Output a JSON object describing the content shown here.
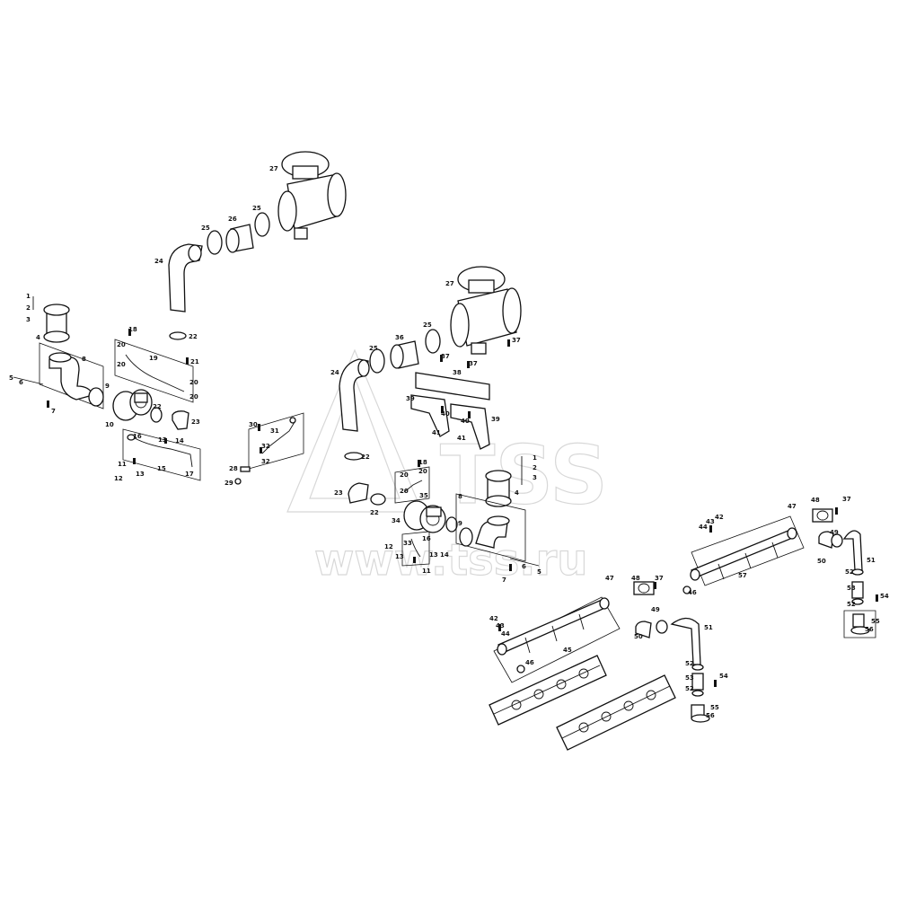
{
  "watermark": {
    "brand": "TSS",
    "site": "www.tss.ru"
  },
  "labels": {
    "groupA": {
      "l1": "1",
      "l2": "2",
      "l3": "3",
      "l4": "4",
      "l5": "5",
      "l6": "6",
      "l7": "7",
      "l8": "8",
      "l9": "9",
      "l10": "10",
      "l11": "11",
      "l12": "12",
      "l13a": "13",
      "l13b": "13",
      "l14": "14",
      "l15": "15",
      "l16": "16",
      "l17": "17",
      "l18": "18",
      "l19": "19",
      "l20a": "20",
      "l20b": "20",
      "l20c": "20",
      "l20d": "20",
      "l21": "21",
      "l22a": "22",
      "l22b": "22",
      "l23": "23",
      "l24": "24",
      "l25a": "25",
      "l25b": "25",
      "l26": "26",
      "l27": "27",
      "l28": "28",
      "l29": "29",
      "l30": "30",
      "l31": "31",
      "l32a": "32",
      "l32b": "32"
    },
    "groupB": {
      "l27": "27",
      "l25a": "25",
      "l25b": "25",
      "l36": "36",
      "l24": "24",
      "l37a": "37",
      "l37b": "37",
      "l37c": "37",
      "l38": "38",
      "l39a": "39",
      "l39b": "39",
      "l40a": "40",
      "l40b": "40",
      "l41a": "41",
      "l41b": "41",
      "l22a": "22",
      "l22b": "22",
      "l23": "23",
      "l18": "18",
      "l20a": "20",
      "l20b": "20",
      "l20c": "20",
      "l35": "35",
      "l34": "34",
      "l33": "33",
      "l16": "16",
      "l12": "12",
      "l13a": "13",
      "l13b": "13",
      "l14": "14",
      "l11": "11",
      "l1": "1",
      "l2": "2",
      "l3": "3",
      "l4": "4",
      "l8": "8",
      "l9": "9",
      "l6": "6",
      "l5": "5",
      "l7": "7"
    },
    "groupC": {
      "l42a": "42",
      "l43a": "43",
      "l44a": "44",
      "l47a": "47",
      "l48a": "48",
      "l37a": "37",
      "l46a": "46",
      "l49a": "49",
      "l50a": "50",
      "l51a": "51",
      "l57": "57",
      "l52a": "52",
      "l52b": "52",
      "l53a": "53",
      "l54a": "54",
      "l55a": "55",
      "l56a": "56",
      "l42b": "42",
      "l43b": "43",
      "l44b": "44",
      "l47b": "47",
      "l48b": "48",
      "l37b": "37",
      "l45": "45",
      "l46b": "46",
      "l49b": "49",
      "l50b": "50",
      "l51b": "51",
      "l52c": "52",
      "l52d": "52",
      "l53b": "53",
      "l54b": "54",
      "l55b": "55",
      "l56b": "56"
    }
  }
}
